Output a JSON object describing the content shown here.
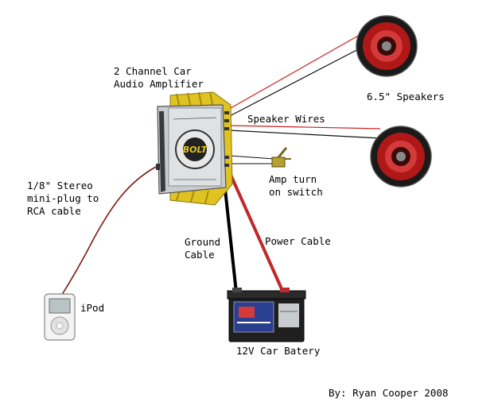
{
  "labels": {
    "amplifier": [
      "2 Channel Car",
      "Audio Amplifier"
    ],
    "speakers": "6.5\" Speakers",
    "speaker_wires": "Speaker Wires",
    "switch": [
      "Amp turn",
      "on switch"
    ],
    "rca": [
      "1/8\" Stereo",
      "mini-plug to",
      "RCA cable"
    ],
    "ground": [
      "Ground",
      "Cable"
    ],
    "power": "Power Cable",
    "ipod": "iPod",
    "battery": "12V Car Batery",
    "credit": "By: Ryan Cooper 2008"
  },
  "amp_brand": "BOLT",
  "colors": {
    "amp_body": "#e0c320",
    "amp_face": "#c8cccf",
    "speaker_cone": "#b01818",
    "speaker_rim": "#1a1a1a",
    "power_wire": "#c0282c",
    "ground_wire": "#000000",
    "speaker_wire_red": "#cc2020",
    "rca_wire": "#7a1a10",
    "battery_body": "#1f1f1f",
    "battery_label": "#2a3f8f"
  }
}
